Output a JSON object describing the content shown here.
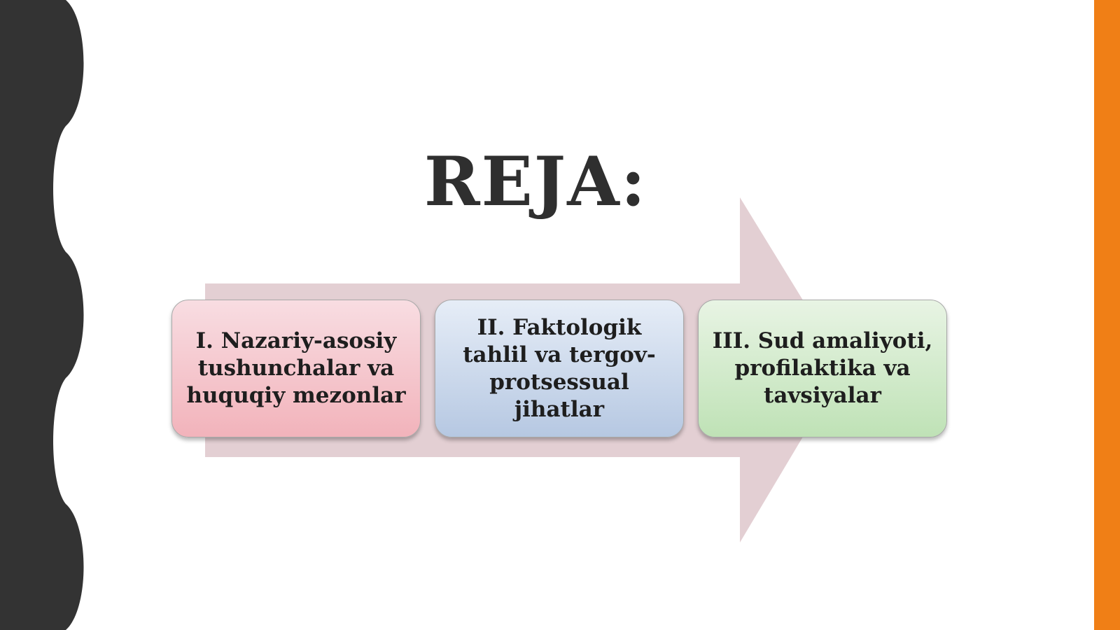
{
  "slide": {
    "title": "REJA:",
    "steps": [
      {
        "label": "I. Nazariy-asosiy tushunchalar va huquqiy mezonlar"
      },
      {
        "label": "II. Faktologik tahlil va tergov-protsessual jihatlar"
      },
      {
        "label": "III. Sud amaliyoti, profilaktika va tavsiyalar"
      }
    ]
  },
  "colors": {
    "left_band": "#333333",
    "right_bar": "#f07f16",
    "arrow": "#e3cfd3",
    "title": "#2f2f2f",
    "step1": "#f2b3bb",
    "step2": "#b6c8e2",
    "step3": "#bfe2b6"
  }
}
